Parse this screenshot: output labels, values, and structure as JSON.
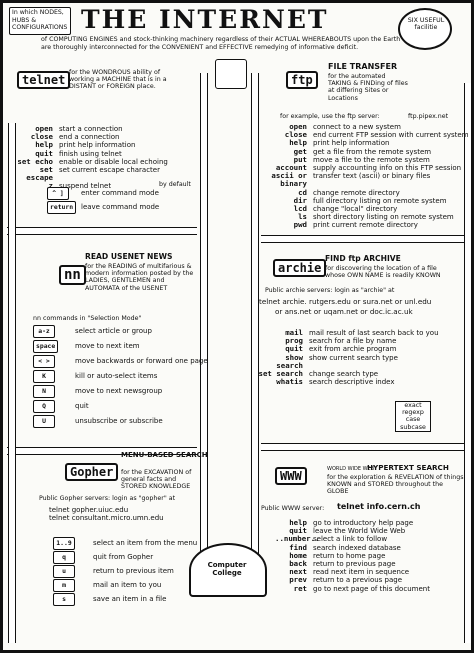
{
  "header": {
    "corner_tag": "In which NODES, HUBS & CONFIGURATIONS",
    "title": "THE INTERNET",
    "subtitle_1": "of COMPUTING ENGINES and stock-thinking machinery regardless of their ACTUAL WHEREABOUTS upon the Earth",
    "subtitle_2": "are thoroughly interconnected for the CONVENIENT and EFFECTIVE remedying of informative deficit.",
    "balloon_tag": "SIX USEFUL facilitie"
  },
  "telnet": {
    "label": "telnet",
    "blurb": "for the WONDROUS ability of working a MACHINE that is in a DISTANT or FOREIGN place.",
    "commands": [
      {
        "cmd": "open",
        "desc": "start a connection"
      },
      {
        "cmd": "close",
        "desc": "end a connection"
      },
      {
        "cmd": "help",
        "desc": "print help information"
      },
      {
        "cmd": "quit",
        "desc": "finish using telnet"
      },
      {
        "cmd": "set echo",
        "desc": "enable or disable local echoing"
      },
      {
        "cmd": "set escape",
        "desc": "set current escape character"
      },
      {
        "cmd": "z",
        "desc": "suspend telnet"
      }
    ],
    "keys": [
      {
        "key": "^ ]",
        "desc": "enter command mode",
        "note": "by default"
      },
      {
        "key": "return",
        "desc": "leave command mode"
      }
    ]
  },
  "ftp": {
    "label": "ftp",
    "heading": "FILE TRANSFER",
    "blurb": "for the automated TAKING & FINDing of files at differing Sites or Locations",
    "example": "for example, use the ftp server:",
    "server": "ftp.pipex.net",
    "commands": [
      {
        "cmd": "open",
        "desc": "connect to a new system"
      },
      {
        "cmd": "close",
        "desc": "end current FTP session with current system"
      },
      {
        "cmd": "help",
        "desc": "print help information"
      },
      {
        "cmd": "get",
        "desc": "get a file from the remote system"
      },
      {
        "cmd": "put",
        "desc": "move a file to the remote system"
      },
      {
        "cmd": "account",
        "desc": "supply accounting info on this FTP session"
      },
      {
        "cmd": "ascii or binary",
        "desc": "transfer text (ascii) or binary files"
      },
      {
        "cmd": "cd",
        "desc": "change remote directory"
      },
      {
        "cmd": "dir",
        "desc": "full directory listing on remote system"
      },
      {
        "cmd": "lcd",
        "desc": "change \"local\" directory"
      },
      {
        "cmd": "ls",
        "desc": "short directory listing on remote system"
      },
      {
        "cmd": "pwd",
        "desc": "print current remote directory"
      }
    ]
  },
  "nn": {
    "label": "nn",
    "heading": "READ USENET NEWS",
    "blurb": "for the READING of multifarious & modern information posted by the LADIES, GENTLEMEN and AUTOMATA of the USENET",
    "mode_note": "nn commands in \"Selection Mode\"",
    "keys": [
      {
        "key": "a-z",
        "desc": "select article or group"
      },
      {
        "key": "space",
        "desc": "move to next item"
      },
      {
        "key": "< >",
        "desc": "move backwards or forward one page"
      },
      {
        "key": "K",
        "desc": "kill or auto-select items"
      },
      {
        "key": "N",
        "desc": "move to next newsgroup"
      },
      {
        "key": "Q",
        "desc": "quit"
      },
      {
        "key": "U",
        "desc": "unsubscribe or subscribe"
      }
    ]
  },
  "archie": {
    "label": "archie",
    "heading": "FIND ftp ARCHIVE",
    "blurb": "for discovering the location of a file whose OWN NAME is readily KNOWN",
    "servers_note": "Public archie servers: login as \"archie\" at",
    "servers_line1": "telnet archie. rutgers.edu  or  sura.net  or  unl.edu",
    "servers_line2": "or  ans.net  or  uqam.net  or  doc.ic.ac.uk",
    "commands": [
      {
        "cmd": "mail",
        "desc": "mail result of last search back to you"
      },
      {
        "cmd": "prog",
        "desc": "search for a file by name"
      },
      {
        "cmd": "quit",
        "desc": "exit from archie program"
      },
      {
        "cmd": "show search",
        "desc": "show current search type"
      },
      {
        "cmd": "set search",
        "desc": "change search type"
      },
      {
        "cmd": "whatis",
        "desc": "search descriptive index"
      }
    ],
    "search_types": "exact regexp case subcase"
  },
  "gopher": {
    "label": "Gopher",
    "heading": "MENU-BASED SEARCH",
    "blurb": "for the EXCAVATION of general facts and STORED KNOWLEDGE",
    "servers_note": "Public Gopher servers: login as \"gopher\" at",
    "servers": [
      "telnet gopher.uiuc.edu",
      "telnet consultant.micro.umn.edu"
    ],
    "keys": [
      {
        "key": "1..9",
        "desc": "select an item from the menu"
      },
      {
        "key": "q",
        "desc": "quit from Gopher"
      },
      {
        "key": "u",
        "desc": "return to previous item"
      },
      {
        "key": "m",
        "desc": "mail an item to you"
      },
      {
        "key": "s",
        "desc": "save an item in a file"
      }
    ]
  },
  "www": {
    "label": "WWW",
    "small_tag": "WORLD WIDE WEB",
    "heading": "HYPERTEXT SEARCH",
    "blurb": "for the exploration & REVELATION of things KNOWN and STORED throughout the GLOBE",
    "server_note": "Public WWW server:",
    "server": "telnet info.cern.ch",
    "commands": [
      {
        "cmd": "help",
        "desc": "go to introductory help page"
      },
      {
        "cmd": "quit",
        "desc": "leave the World Wide Web"
      },
      {
        "cmd": "..number..",
        "desc": "select a link to follow"
      },
      {
        "cmd": "find",
        "desc": "search indexed database"
      },
      {
        "cmd": "home",
        "desc": "return to home page"
      },
      {
        "cmd": "back",
        "desc": "return to previous page"
      },
      {
        "cmd": "next",
        "desc": "read next item in sequence"
      },
      {
        "cmd": "prev",
        "desc": "return to a previous page"
      },
      {
        "cmd": "ret",
        "desc": "go to next page of this document"
      }
    ]
  },
  "college": {
    "text": "Computer College"
  }
}
